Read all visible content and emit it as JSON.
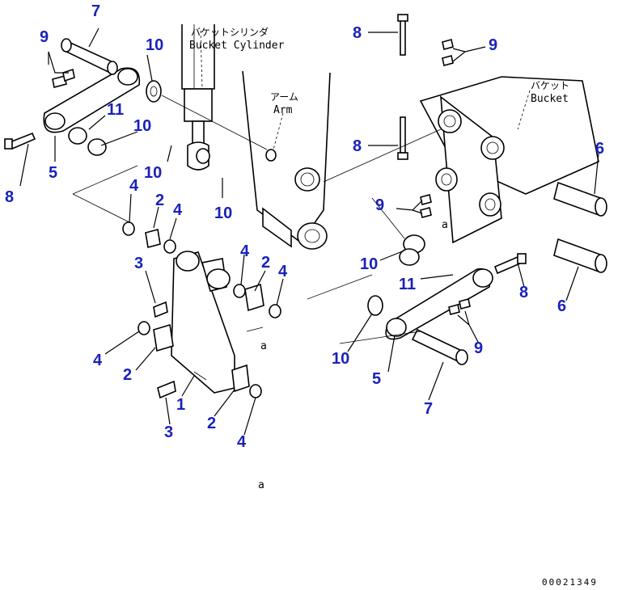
{
  "captions": {
    "bucket_cylinder_jp": "バケットシリンダ",
    "bucket_cylinder_en": "Bucket Cylinder",
    "arm_jp": "アーム",
    "arm_en": "Arm",
    "bucket_jp": "バケット",
    "bucket_en": "Bucket"
  },
  "ref_marks": [
    "a",
    "a",
    "a"
  ],
  "document_number": "00021349",
  "callouts": [
    {
      "id": "c-7-top",
      "text": "7"
    },
    {
      "id": "c-9-topleft",
      "text": "9"
    },
    {
      "id": "c-10-a",
      "text": "10"
    },
    {
      "id": "c-11-left",
      "text": "11"
    },
    {
      "id": "c-10-b",
      "text": "10"
    },
    {
      "id": "c-5-left",
      "text": "5"
    },
    {
      "id": "c-8-left",
      "text": "8"
    },
    {
      "id": "c-10-c",
      "text": "10"
    },
    {
      "id": "c-10-d",
      "text": "10"
    },
    {
      "id": "c-4-a",
      "text": "4"
    },
    {
      "id": "c-2-a",
      "text": "2"
    },
    {
      "id": "c-4-b",
      "text": "4"
    },
    {
      "id": "c-3-a",
      "text": "3"
    },
    {
      "id": "c-4-c",
      "text": "4"
    },
    {
      "id": "c-2-b",
      "text": "2"
    },
    {
      "id": "c-4-d",
      "text": "4"
    },
    {
      "id": "c-4-e",
      "text": "4"
    },
    {
      "id": "c-2-c",
      "text": "2"
    },
    {
      "id": "c-1",
      "text": "1"
    },
    {
      "id": "c-3-b",
      "text": "3"
    },
    {
      "id": "c-2-d",
      "text": "2"
    },
    {
      "id": "c-4-f",
      "text": "4"
    },
    {
      "id": "c-8-top",
      "text": "8"
    },
    {
      "id": "c-9-topright",
      "text": "9"
    },
    {
      "id": "c-8-mid",
      "text": "8"
    },
    {
      "id": "c-6-top",
      "text": "6"
    },
    {
      "id": "c-9-mid",
      "text": "9"
    },
    {
      "id": "c-10-e",
      "text": "10"
    },
    {
      "id": "c-11-right",
      "text": "11"
    },
    {
      "id": "c-8-right",
      "text": "8"
    },
    {
      "id": "c-6-bottom",
      "text": "6"
    },
    {
      "id": "c-9-bottom",
      "text": "9"
    },
    {
      "id": "c-10-f",
      "text": "10"
    },
    {
      "id": "c-5-right",
      "text": "5"
    },
    {
      "id": "c-7-bottom",
      "text": "7"
    }
  ]
}
